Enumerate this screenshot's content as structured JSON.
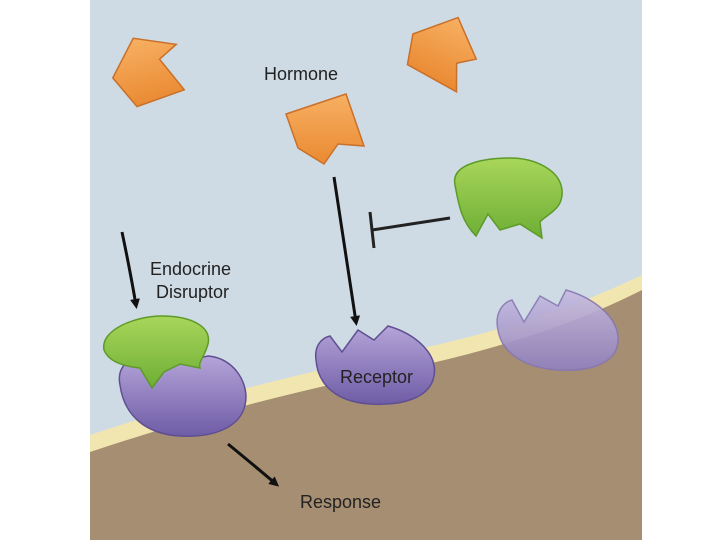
{
  "labels": {
    "hormone": "Hormone",
    "endocrine_line1": "Endocrine",
    "endocrine_line2": "Disruptor",
    "receptor": "Receptor",
    "response": "Response"
  },
  "colors": {
    "extracellular": "#cfdbe4",
    "membrane": "#f2e6b0",
    "cytoplasm": "#a68e72",
    "hormone_fill": "#f29b45",
    "hormone_stroke": "#c9702a",
    "disruptor_fill": "#8cc63f",
    "disruptor_stroke": "#5d9a2a",
    "receptor_fill": "#8a78b8",
    "receptor_stroke": "#5f4f92",
    "arrow": "#111111"
  },
  "icons": [
    "hormone-molecule-icon",
    "endocrine-disruptor-icon",
    "receptor-icon",
    "arrow-icon",
    "inhibition-icon"
  ]
}
